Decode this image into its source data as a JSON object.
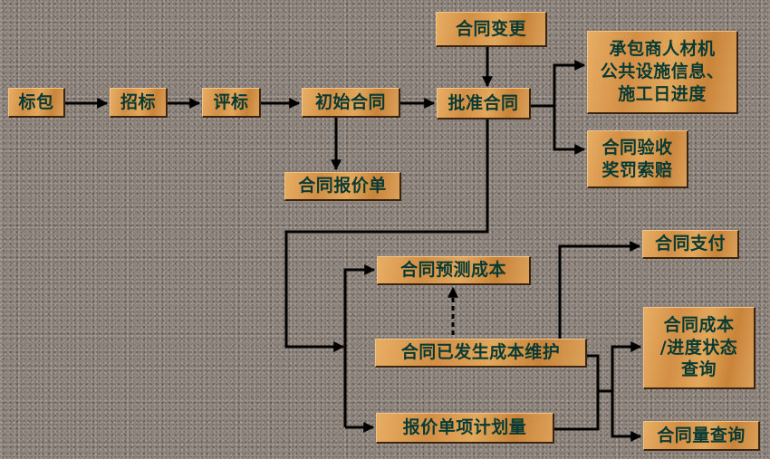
{
  "nodes": {
    "biaobao": "标包",
    "zhaobiao": "招标",
    "pingbiao": "评标",
    "chushi_hetong": "初始合同",
    "hetong_baojiadan": "合同报价单",
    "pizhun_hetong": "批准合同",
    "hetong_biangeng": "合同变更",
    "chengbaoshang_info": "承包商人材机\n公共设施信息、\n施工日进度",
    "yanshou_jiangfa": "合同验收\n奖罚索赔",
    "yuce_chengben": "合同预测成本",
    "yifasheng_chengben": "合同已发生成本维护",
    "baojiadan_jihualiang": "报价单项计划量",
    "hetong_zhifu": "合同支付",
    "chengben_jindu_chaxun": "合同成本\n/进度状态\n查询",
    "hetongliang_chaxun": "合同量查询"
  },
  "colors": {
    "box_text": "#063a35",
    "connector": "#000000"
  }
}
